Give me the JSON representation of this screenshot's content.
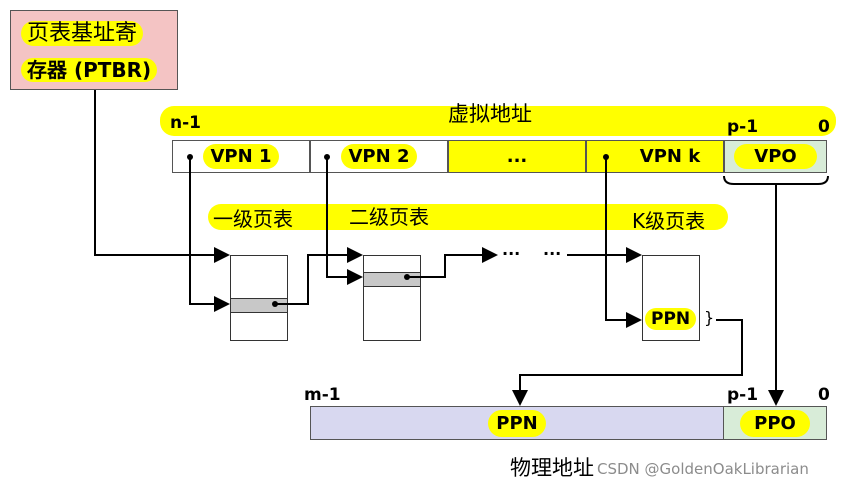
{
  "ptbr": {
    "line1": "页表基址寄",
    "line2": "存器 (PTBR)"
  },
  "virtual_address": {
    "title": "虚拟地址",
    "msb": "n-1",
    "p_minus_1": "p-1",
    "lsb": "0",
    "fields": [
      "VPN 1",
      "VPN 2",
      "...",
      "VPN k",
      "VPO"
    ]
  },
  "page_tables": {
    "level1": "一级页表",
    "level2": "二级页表",
    "levelk": "K级页表",
    "dots1": "...",
    "dots2": "...",
    "ppn_entry": "PPN",
    "brace": "}"
  },
  "physical_address": {
    "title": "物理地址",
    "msb": "m-1",
    "p_minus_1": "p-1",
    "lsb": "0",
    "fields": [
      "PPN",
      "PPO"
    ]
  },
  "watermark": "CSDN @GoldenOakLibrarian",
  "colors": {
    "highlight": "#ffff00",
    "ptbr_bg": "#f4c4c4",
    "vpo_bg": "#d8ecd8",
    "physical_bg": "#d8d8f0",
    "arrow": "#000000"
  }
}
